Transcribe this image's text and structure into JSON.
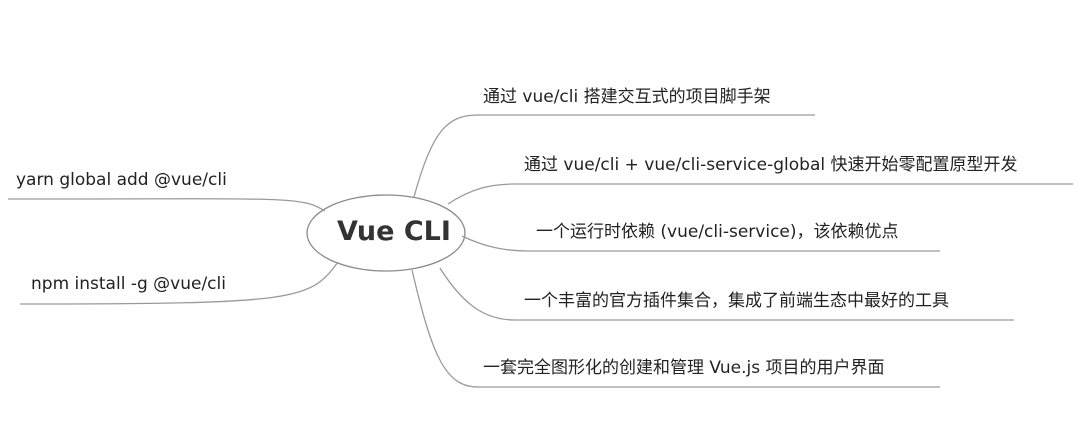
{
  "center": {
    "label": "Vue CLI"
  },
  "left_branches": [
    {
      "label": "yarn global add @vue/cli"
    },
    {
      "label": "npm install -g @vue/cli"
    }
  ],
  "right_branches": [
    {
      "label": "通过 vue/cli 搭建交互式的项目脚手架"
    },
    {
      "label": "通过 vue/cli + vue/cli-service-global 快速开始零配置原型开发"
    },
    {
      "label": "一个运行时依赖 (vue/cli-service)，该依赖优点"
    },
    {
      "label": "一个丰富的官方插件集合，集成了前端生态中最好的工具"
    },
    {
      "label": "一套完全图形化的创建和管理 Vue.js 项目的用户界面"
    }
  ]
}
